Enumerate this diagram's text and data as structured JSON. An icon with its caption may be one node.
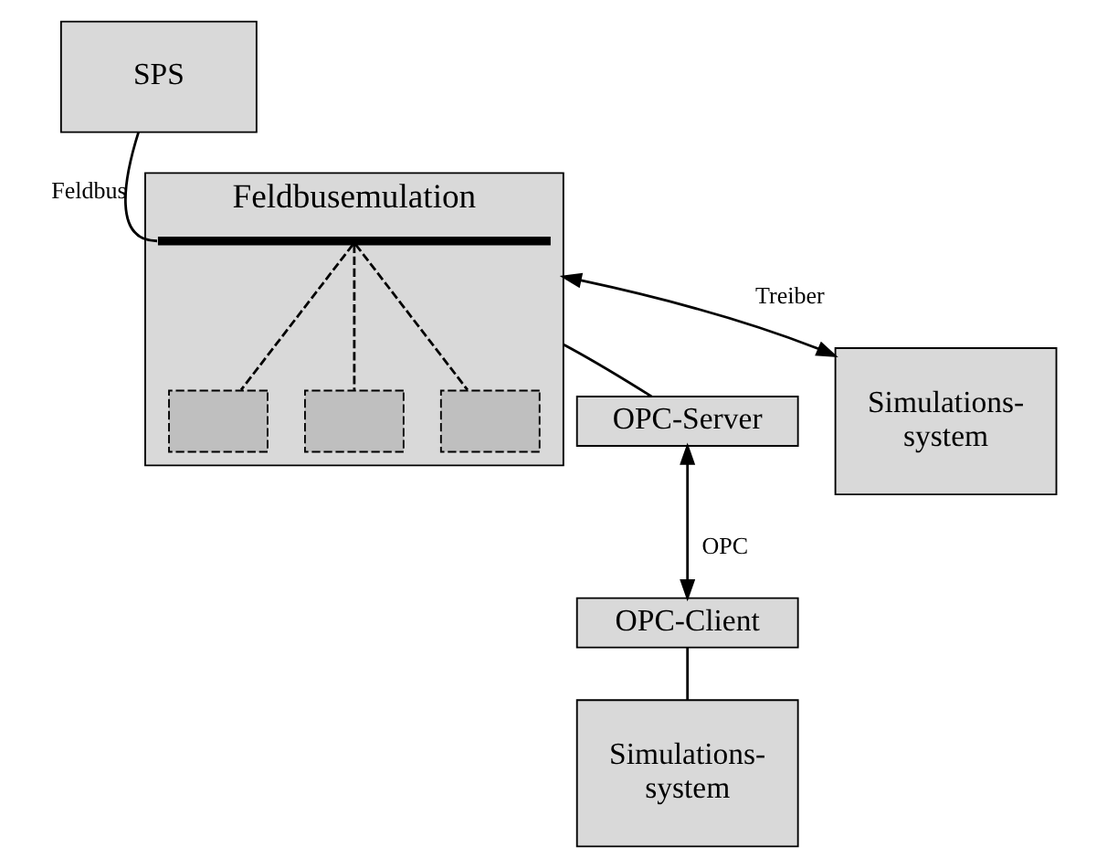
{
  "diagram": {
    "nodes": [
      {
        "text": [
          "SPS"
        ]
      },
      {
        "text": [
          "Feldbusemulation"
        ]
      },
      {
        "text": [],
        "shape": "bar",
        "in": 1
      },
      {
        "text": [],
        "shape": "box",
        "in": 1
      },
      {
        "text": [],
        "shape": "box",
        "in": 1
      },
      {
        "text": [],
        "shape": "box",
        "in": 1
      },
      {
        "text": [
          "OPC-Server"
        ]
      },
      {
        "text": [
          "Simulations- system"
        ]
      },
      {
        "text": [
          "OPC-Client"
        ]
      },
      {
        "text": [
          "Simulations- system"
        ]
      }
    ],
    "edges": [
      {
        "from": 0,
        "to": 2,
        "arrow": "none",
        "label": "Feldbus"
      },
      {
        "from": 2,
        "to": 3,
        "arrow": "none",
        "style": "dashed"
      },
      {
        "from": 2,
        "to": 4,
        "arrow": "none",
        "style": "dashed"
      },
      {
        "from": 2,
        "to": 5,
        "arrow": "none",
        "style": "dashed"
      },
      {
        "from": 1,
        "to": 7,
        "arrow": "both",
        "label": "Treiber"
      },
      {
        "from": 1,
        "to": 6,
        "arrow": "none"
      },
      {
        "from": 6,
        "to": 8,
        "arrow": "both",
        "label": "OPC"
      },
      {
        "from": 8,
        "to": 9,
        "arrow": "none"
      }
    ]
  }
}
